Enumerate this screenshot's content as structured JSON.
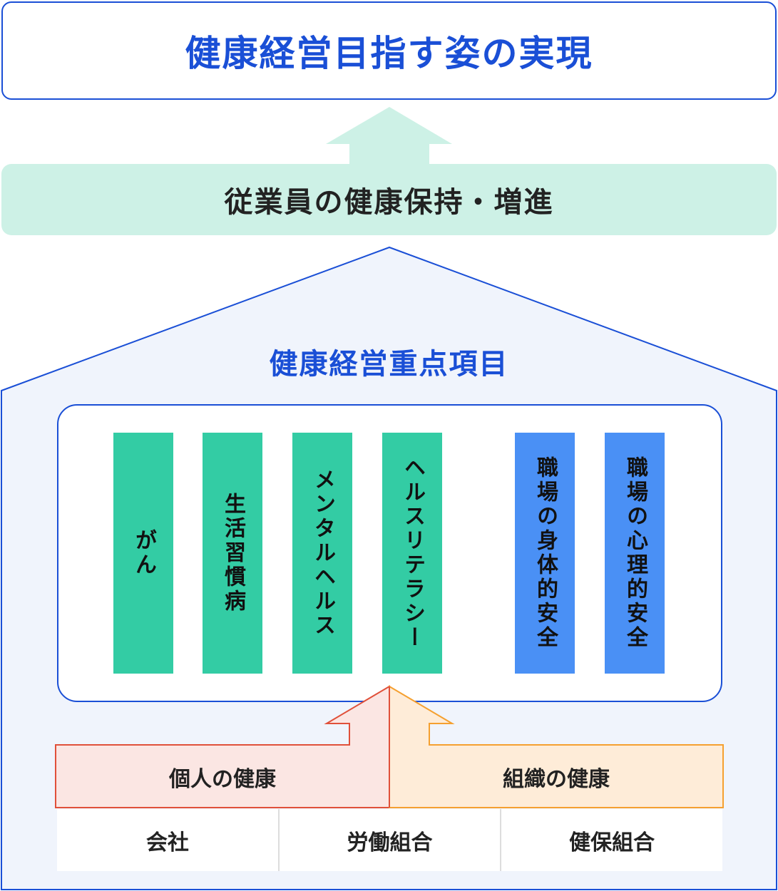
{
  "goal": "健康経営目指す姿の実現",
  "band": "従業員の健康保持・増進",
  "house": {
    "heading": "健康経営重点項目",
    "pillars": [
      {
        "label": "がん",
        "color": "#33cca4"
      },
      {
        "label": "生活習慣病",
        "color": "#33cca4"
      },
      {
        "label": "メンタルヘルス",
        "color": "#33cca4"
      },
      {
        "label": "ヘルスリテラシー",
        "color": "#33cca4"
      },
      {
        "label": "職場の身体的安全",
        "color": "#4a90f5"
      },
      {
        "label": "職場の心理的安全",
        "color": "#4a90f5"
      }
    ],
    "arrows": {
      "left": "個人の健康",
      "right": "組織の健康"
    },
    "foundation": [
      "会社",
      "労働組合",
      "健保組合"
    ]
  },
  "colors": {
    "accent": "#1a4fd6",
    "mint": "#cdf1e6",
    "red": "#e0503a",
    "orange": "#f5a030"
  }
}
